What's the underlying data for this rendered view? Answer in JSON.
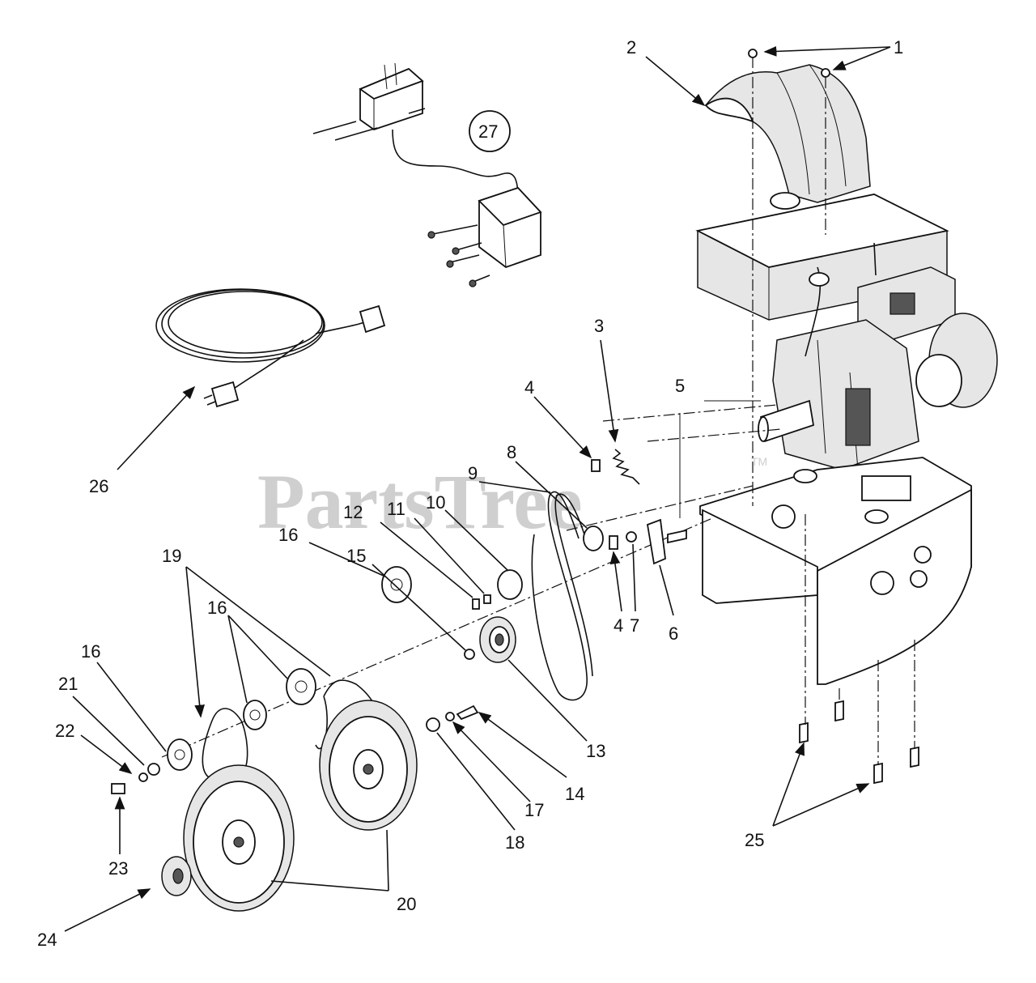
{
  "watermark": {
    "text": "PartsTree",
    "tm": "TM"
  },
  "callouts": [
    {
      "id": "1",
      "text": "1"
    },
    {
      "id": "2",
      "text": "2"
    },
    {
      "id": "3",
      "text": "3"
    },
    {
      "id": "4a",
      "text": "4"
    },
    {
      "id": "4b",
      "text": "4"
    },
    {
      "id": "5",
      "text": "5"
    },
    {
      "id": "6",
      "text": "6"
    },
    {
      "id": "7",
      "text": "7"
    },
    {
      "id": "8",
      "text": "8"
    },
    {
      "id": "9",
      "text": "9"
    },
    {
      "id": "10",
      "text": "10"
    },
    {
      "id": "11",
      "text": "11"
    },
    {
      "id": "12",
      "text": "12"
    },
    {
      "id": "13",
      "text": "13"
    },
    {
      "id": "14",
      "text": "14"
    },
    {
      "id": "15",
      "text": "15"
    },
    {
      "id": "16a",
      "text": "16"
    },
    {
      "id": "16b",
      "text": "16"
    },
    {
      "id": "16c",
      "text": "16"
    },
    {
      "id": "16d",
      "text": "16"
    },
    {
      "id": "17",
      "text": "17"
    },
    {
      "id": "18",
      "text": "18"
    },
    {
      "id": "19",
      "text": "19"
    },
    {
      "id": "20",
      "text": "20"
    },
    {
      "id": "21",
      "text": "21"
    },
    {
      "id": "22",
      "text": "22"
    },
    {
      "id": "23",
      "text": "23"
    },
    {
      "id": "24",
      "text": "24"
    },
    {
      "id": "25",
      "text": "25"
    },
    {
      "id": "26",
      "text": "26"
    },
    {
      "id": "27",
      "text": "27"
    }
  ]
}
